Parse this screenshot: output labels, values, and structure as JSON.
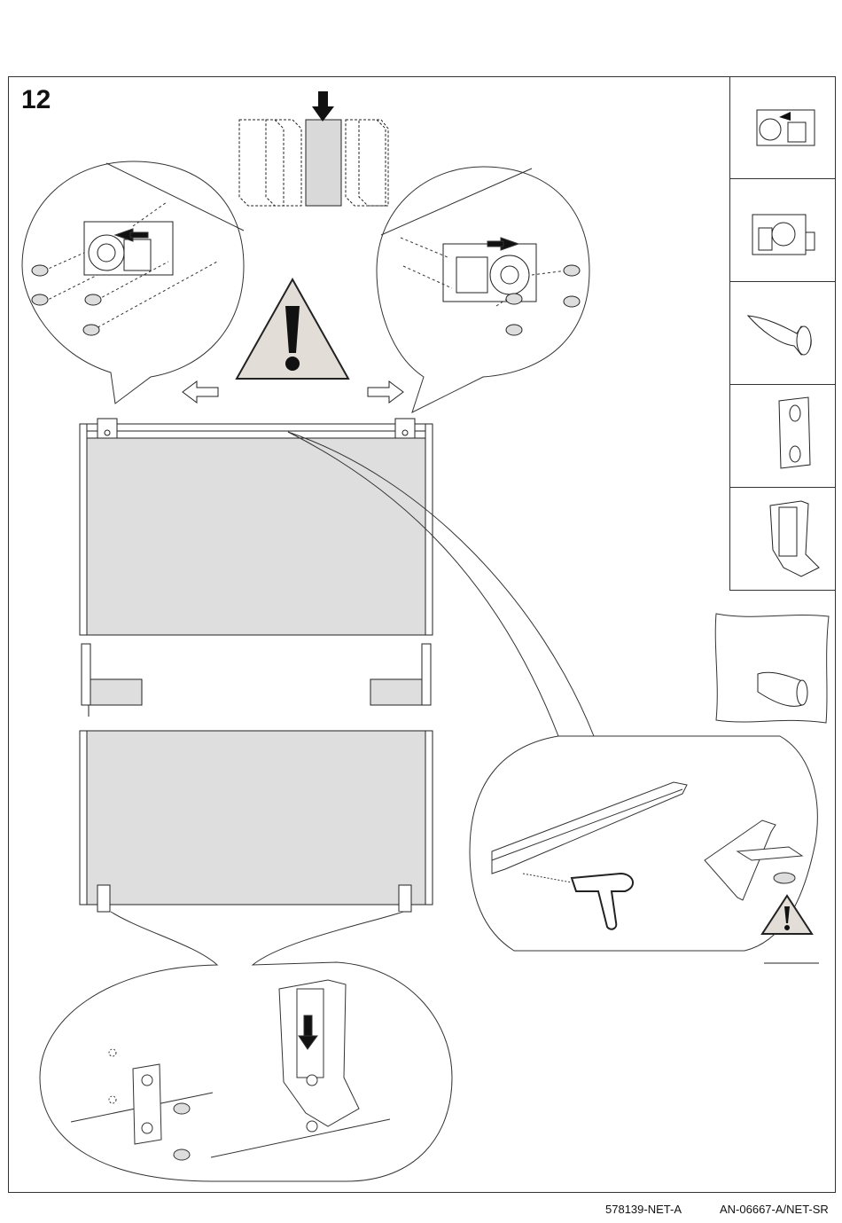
{
  "step": {
    "number": "12"
  },
  "footer": {
    "left_code": "578139-NET-A",
    "right_code": "AN-06667-A/NET-SR"
  },
  "parts_sidebar": {
    "items": [
      {
        "icon": "roller-fitting-left-icon"
      },
      {
        "icon": "roller-fitting-right-icon"
      },
      {
        "icon": "screw-icon"
      },
      {
        "icon": "bottom-guide-plate-icon"
      },
      {
        "icon": "bottom-guide-icon"
      }
    ]
  },
  "colors": {
    "panel_fill": "#dedede",
    "warning_fill": "#e3ddd8",
    "line": "#222222"
  }
}
